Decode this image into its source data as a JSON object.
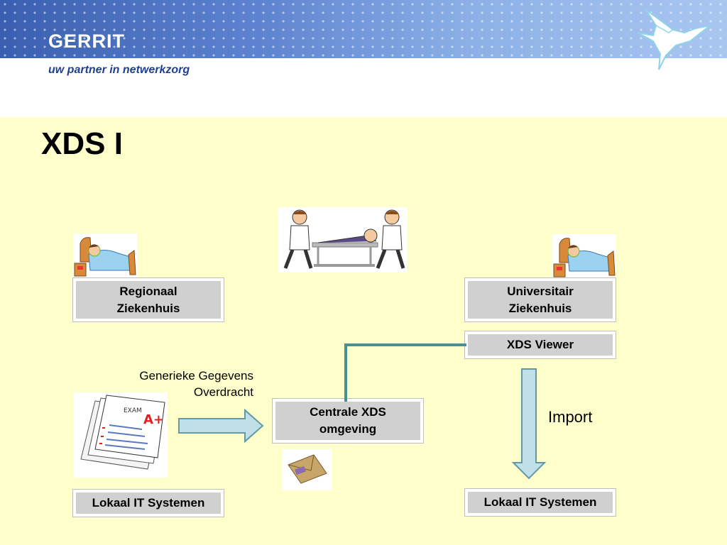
{
  "header": {
    "brand": "GERRIT",
    "tagline": "uw partner in netwerkzorg"
  },
  "title": "XDS I",
  "boxes": {
    "regionaal": "Regionaal\nZiekenhuis",
    "universitair": "Universitair\nZiekenhuis",
    "xds_viewer": "XDS Viewer",
    "centrale": "Centrale XDS\nomgeving",
    "lokaal_left": "Lokaal IT Systemen",
    "lokaal_right": "Lokaal IT Systemen"
  },
  "labels": {
    "generieke_line1": "Generieke Gegevens",
    "generieke_line2": "Overdracht",
    "import": "Import"
  },
  "icons": [
    "dove-logo-icon",
    "patient-bed-icon",
    "stretcher-transport-icon",
    "exam-papers-icon",
    "envelope-icon"
  ],
  "colors": {
    "background": "#ffffcc",
    "box": "#d0d0d0",
    "arrow_fill": "#bfe0e6",
    "arrow_stroke": "#5f9aa5",
    "connector": "#4a8f96"
  }
}
